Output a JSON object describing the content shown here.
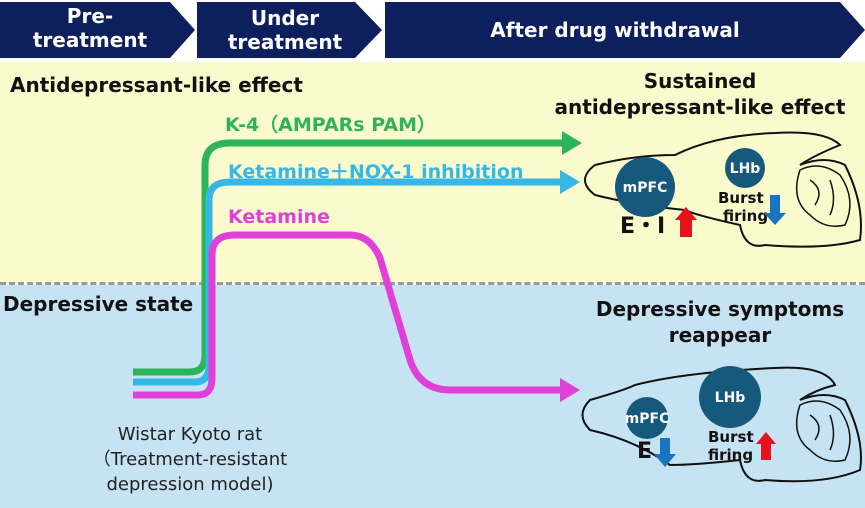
{
  "phases": [
    "Pre-\ntreatment",
    "Under\ntreatment",
    "After drug withdrawal"
  ],
  "regions": {
    "top_label": "Antidepressant-like effect",
    "bottom_label": "Depressive state"
  },
  "treatments": [
    {
      "label": "K-4（AMPARs PAM）",
      "color": "#2db45a"
    },
    {
      "label": "Ketamine＋NOX-1 inhibition",
      "color": "#36b7e6"
    },
    {
      "label": "Ketamine",
      "color": "#e040d8"
    }
  ],
  "outcomes": {
    "sustained": "Sustained\nantidepressant-like effect",
    "reappear": "Depressive symptoms\nreappear"
  },
  "brain_top": {
    "mpfc": "mPFC",
    "lhb": "LHb",
    "ei": "E・I",
    "burst": "Burst\nfiring",
    "ei_change": "up",
    "burst_change": "down"
  },
  "brain_bottom": {
    "mpfc": "mPFC",
    "lhb": "LHb",
    "e": "E",
    "burst": "Burst\nfiring",
    "e_change": "down",
    "burst_change": "up"
  },
  "model": "Wistar Kyoto rat\n（Treatment-resistant\ndepression model)",
  "colors": {
    "navy": "#0d1f5c",
    "yellow_bg": "#fafacd",
    "blue_bg": "#c5e3f2",
    "node": "#17587d",
    "up_arrow": "#e8101a",
    "down_arrow": "#1a74c4"
  }
}
